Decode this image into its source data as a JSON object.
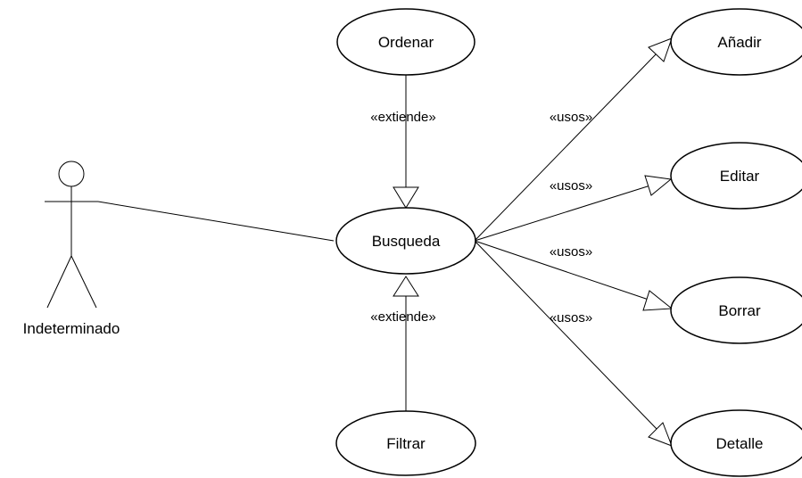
{
  "diagram": {
    "actor": {
      "name": "Indeterminado"
    },
    "use_cases": {
      "ordenar": "Ordenar",
      "busqueda": "Busqueda",
      "filtrar": "Filtrar",
      "anadir": "Añadir",
      "editar": "Editar",
      "borrar": "Borrar",
      "detalle": "Detalle"
    },
    "stereotypes": {
      "extend_top": "«extiende»",
      "extend_bottom": "«extiende»",
      "uses_anadir": "«usos»",
      "uses_editar": "«usos»",
      "uses_borrar": "«usos»",
      "uses_detalle": "«usos»"
    }
  }
}
